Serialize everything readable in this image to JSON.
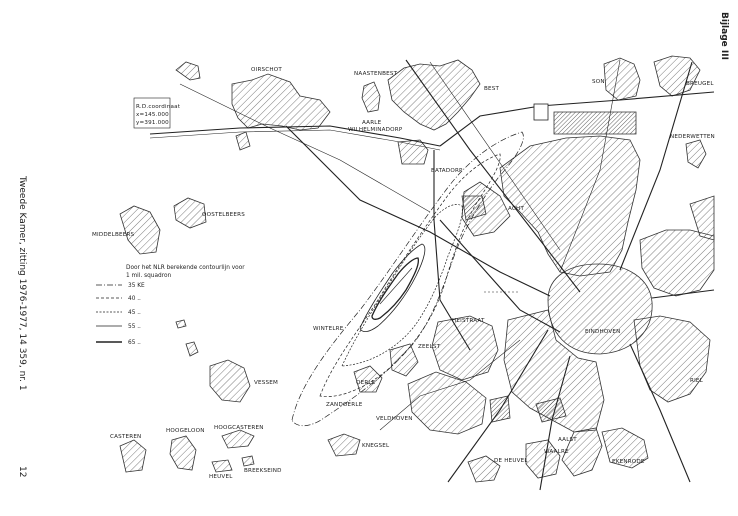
{
  "sheet": {
    "appendix": "Bijlage III",
    "citation": "Tweede Kamer, zitting 1976-1977, 14 359, nr. 1",
    "page_number": "12"
  },
  "rd_box": {
    "line1": "R.D.coordinaat",
    "line2": "x=145.000",
    "line3": "y=391.000"
  },
  "legend": {
    "heading1": "Door het NLR berekende contourlijn voor",
    "heading2": "1 mil. squadron",
    "items": [
      {
        "label": "35 KE"
      },
      {
        "label": "40 .."
      },
      {
        "label": "45 .."
      },
      {
        "label": "55 .."
      },
      {
        "label": "65 .."
      }
    ]
  },
  "places": {
    "oirschot": "OIRSCHOT",
    "naastenbest": "NAASTENBEST",
    "best": "BEST",
    "son": "SON",
    "breugel": "BREUGEL",
    "aarle": "AARLE",
    "wilhelminadorp": "WILHELMINADORP",
    "nederwetten": "NEDERWETTEN",
    "batadorp": "BATADORP",
    "acht": "ACHT",
    "oostelbeers": "OOSTELBEERS",
    "middelbeers": "MIDDELBEERS",
    "wintelre": "WINTELRE",
    "heistraat": "HEISTRAAT",
    "eindhoven": "EINDHOVEN",
    "zeelst": "ZEELST",
    "vessem": "VESSEM",
    "oerle": "OERLE",
    "zandoerle": "ZANDOERLE",
    "veldhoven": "VELDHOVEN",
    "riel": "RIEL",
    "casteren": "CASTEREN",
    "hoogeloon": "HOOGELOON",
    "hoogcasteren": "HOOGCASTEREN",
    "knegsel": "KNEGSEL",
    "aalst": "AALST",
    "waalre": "WAALRE",
    "de_heuvel": "DE HEUVEL",
    "ekenrode": "EKENRODE",
    "breekseind": "BREEKSEIND",
    "heuvel": "HEUVEL"
  }
}
